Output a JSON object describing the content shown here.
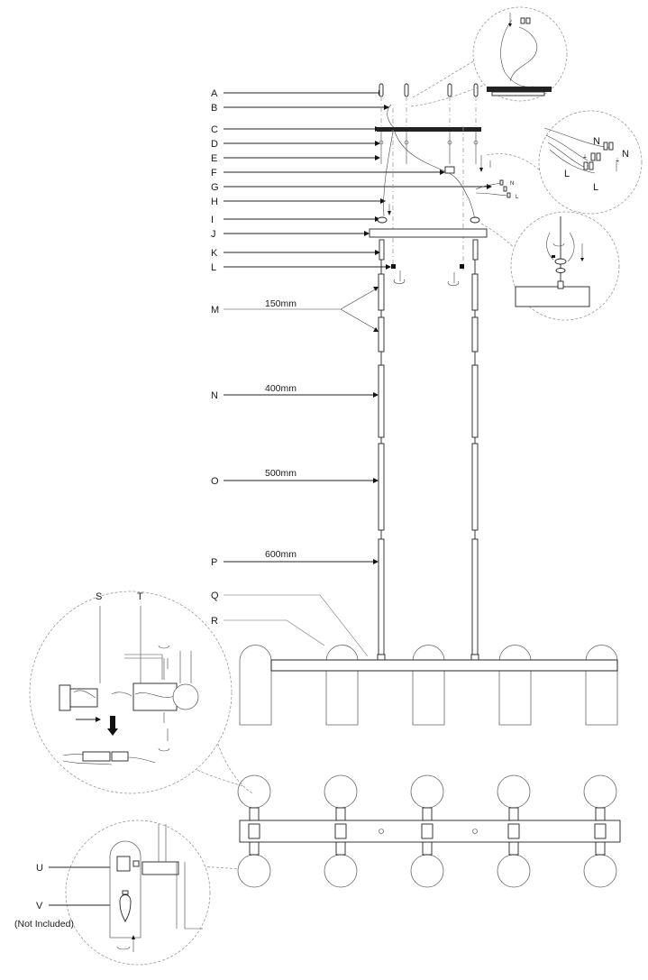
{
  "labels": {
    "A": "A",
    "B": "B",
    "C": "C",
    "D": "D",
    "E": "E",
    "F": "F",
    "G": "G",
    "H": "H",
    "I": "I",
    "J": "J",
    "K": "K",
    "L": "L",
    "M": "M",
    "N": "N",
    "O": "O",
    "P": "P",
    "Q": "Q",
    "R": "R",
    "S": "S",
    "T": "T",
    "U": "U",
    "V": "V"
  },
  "rod_lengths": {
    "m": "150mm",
    "n": "400mm",
    "o": "500mm",
    "p": "600mm"
  },
  "wiring": {
    "neutral_1": "N",
    "neutral_2": "N",
    "live_1": "L",
    "live_2": "L",
    "small_n": "N",
    "small_l": "L"
  },
  "notes": {
    "not_included": "(Not Included)"
  }
}
